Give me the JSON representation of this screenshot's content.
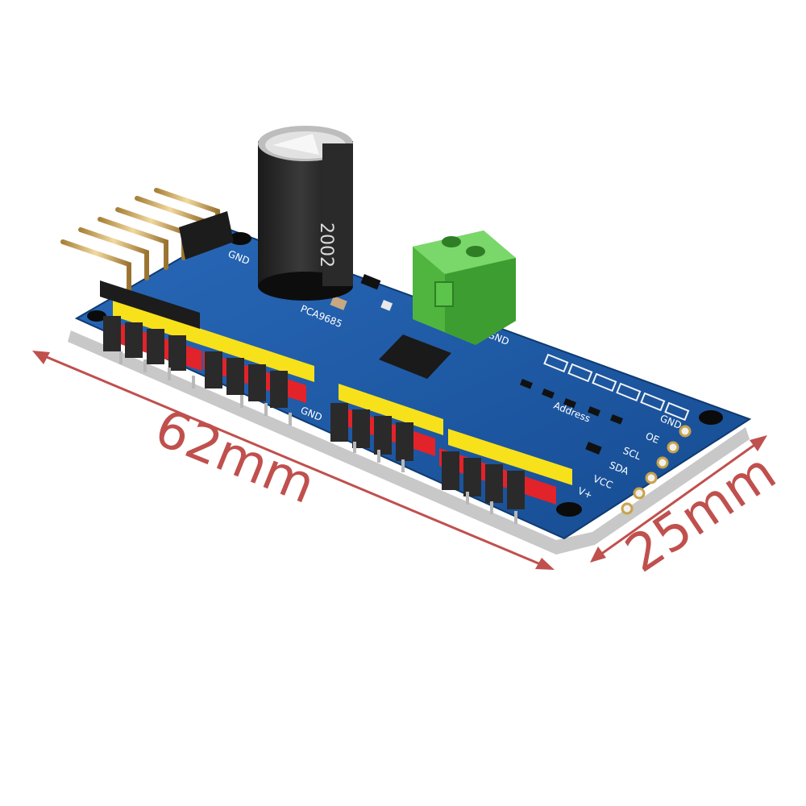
{
  "dimensions": {
    "length_label": "62mm",
    "width_label": "25mm",
    "arrow_color": "#c0504d"
  },
  "board": {
    "pcb_color": "#1f5fae",
    "terminal_color": "#59c448",
    "capacitor_text": "2002",
    "silkscreen": {
      "gnd_top": "GND",
      "gnd_left": "GND",
      "gnd_terminal": "GND",
      "gnd_right": "GND",
      "oe": "OE",
      "scl": "SCL",
      "sda": "SDA",
      "vcc": "VCC",
      "vplus": "V+",
      "address": "Address",
      "chip": "PCA9685"
    },
    "icons": [
      "capacitor-icon",
      "terminal-block-icon",
      "pin-header-icon",
      "mounting-hole-icon"
    ]
  }
}
